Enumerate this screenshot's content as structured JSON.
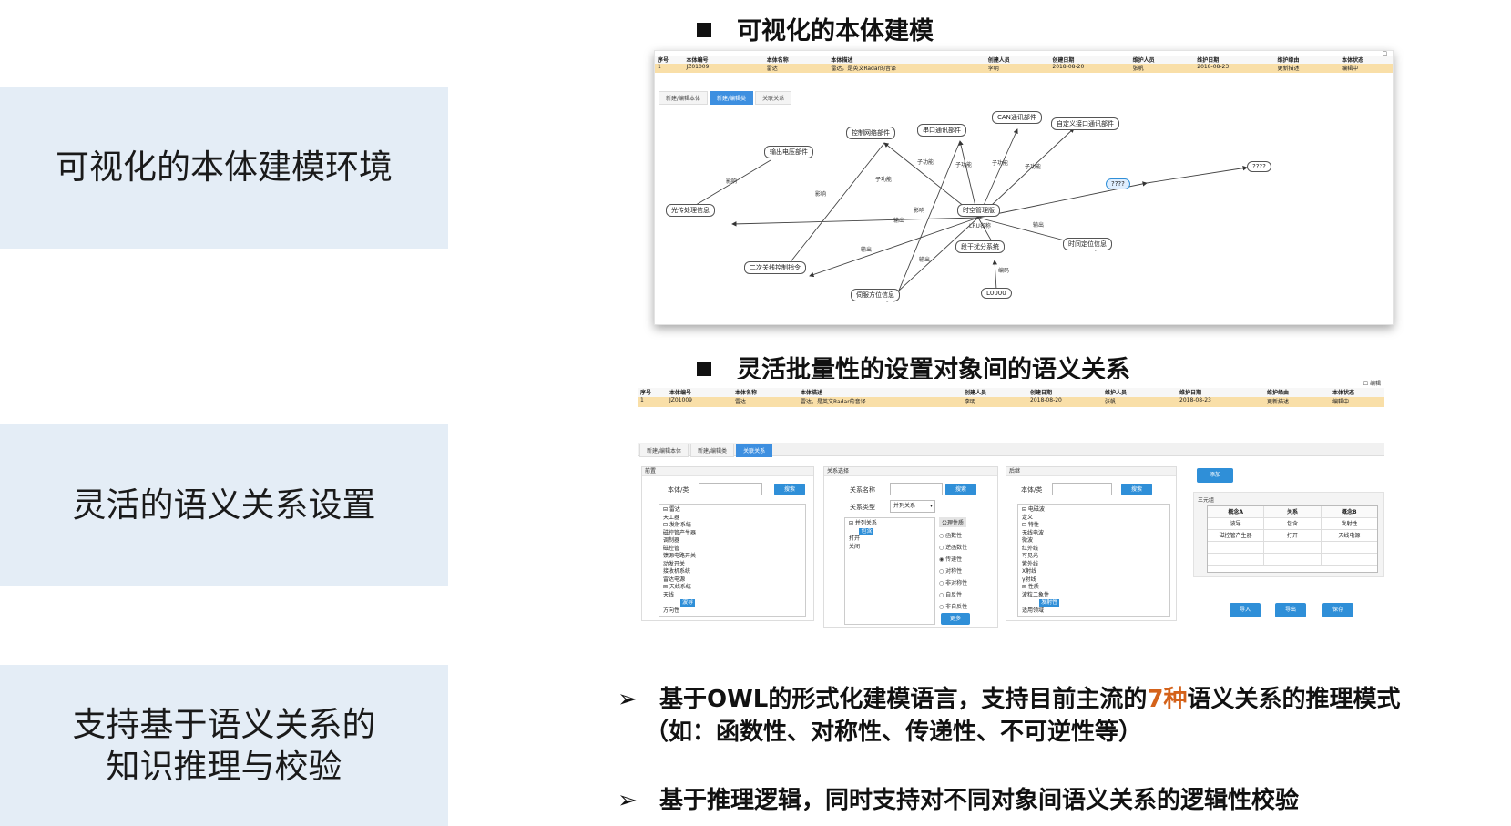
{
  "left_boxes": [
    {
      "line1": "可视化的本体建模环境",
      "line2": ""
    },
    {
      "line1": "灵活的语义关系设置",
      "line2": ""
    },
    {
      "line1": "支持基于语义关系的",
      "line2": "知识推理与校验"
    }
  ],
  "headings": {
    "h1": "可视化的本体建模",
    "h2": "灵活批量性的设置对象间的语义关系"
  },
  "bullets": {
    "arrow": "➢",
    "b1_pre": "基于OWL的形式化建模语言，支持目前主流的",
    "b1_hl": "7种",
    "b1_post": "语义关系的推理模式",
    "b1_line2": "（如：函数性、对称性、传递性、不可逆性等）",
    "b2": "基于推理逻辑，同时支持对不同对象间语义关系的逻辑性校验",
    "highlight_color": "#d4621a"
  },
  "table": {
    "headers": [
      "序号",
      "本体编号",
      "本体名称",
      "本体描述",
      "创建人员",
      "创建日期",
      "维护人员",
      "维护日期",
      "维护缘由",
      "本体状态"
    ],
    "row": [
      "1",
      "JZ01009",
      "雷达",
      "雷达，是英文Radar的音译",
      "李明",
      "2018-08-20",
      "张帆",
      "2018-08-23",
      "更新描述",
      "编辑中"
    ],
    "edit_label": "编辑"
  },
  "shot1": {
    "tabs": [
      "新建/编辑本体",
      "新建/编辑类",
      "关联关系"
    ],
    "active_tab": 1,
    "nodes": {
      "n_kz": "控制网络部件",
      "n_ck": "串口通讯部件",
      "n_can": "CAN通讯部件",
      "n_zdy": "自定义接口通讯部件",
      "n_sc": "输出电压部件",
      "n_gc": "光传处理信息",
      "n_sk": "时空管理版",
      "n_q": "????",
      "n_qsel": "????",
      "n_gr": "段干扰分系统",
      "n_sj": "时间定位信息",
      "n_ec": "二次关线控制指令",
      "n_zf": "伺服方位信息",
      "n_l": "L0000"
    },
    "edge_labels": {
      "e1": "子功能",
      "e2": "子功能",
      "e3": "子功能",
      "e4": "子功能",
      "e5": "子功能",
      "e6": "影响",
      "e7": "影响",
      "e8": "影响",
      "e9": "输出",
      "e10": "输出",
      "e11": "输出",
      "e12": "输出",
      "e13": "LRU名称",
      "e14": "编码"
    }
  },
  "shot2": {
    "tabs": [
      "新建/编辑本体",
      "新建/编辑类",
      "关联关系"
    ],
    "active_tab": 2,
    "p1": {
      "title": "前置",
      "label": "本体/类",
      "search": "搜索",
      "tree": [
        "⊟ 雷达",
        "      天工器",
        "    ⊟ 发射系统",
        "          磁控管产生器",
        "          调制器",
        "          磁控管",
        "          馈源电路开关",
        "      动发开关",
        "      接收机系统",
        "      雷达电源",
        "    ⊟ 天线系统",
        "          天线"
      ],
      "tree_sel": "波导",
      "tree_last": "      方向性"
    },
    "p2": {
      "title": "关系选择",
      "name_label": "关系名称",
      "search": "搜索",
      "type_label": "关系类型",
      "type_value": "并列关系",
      "tree1": "⊟ 并列关系",
      "tree_sel": "包含",
      "tree_rest": [
        "      打开",
        "      关闭"
      ],
      "prop_title": "公理性质",
      "props": [
        "函数性",
        "逆函数性",
        "传递性",
        "对称性",
        "非对称性",
        "自反性",
        "非自反性"
      ],
      "checked": 2,
      "more": "更多"
    },
    "p3": {
      "title": "后继",
      "label": "本体/类",
      "search": "搜索",
      "tree": [
        "⊟ 电磁波",
        "      定义",
        "    ⊟ 特性",
        "          无线电波",
        "          微波",
        "          红外线",
        "          可见光",
        "          紫外线",
        "          X射线",
        "          γ射线",
        "    ⊟ 性质",
        "          波粒二象性"
      ],
      "tree_sel": "发射性",
      "tree_last": "      适用领域"
    },
    "p4": {
      "add": "添加",
      "title": "三元组",
      "headers": [
        "概念A",
        "关系",
        "概念B"
      ],
      "rows": [
        [
          "波导",
          "包含",
          "发射性"
        ],
        [
          "磁控管产生器",
          "打开",
          "天线电源"
        ]
      ],
      "buttons": [
        "导入",
        "导出",
        "保存"
      ]
    }
  },
  "colors": {
    "box_bg": "#e4edf6",
    "accent": "#2f8fd8",
    "table_row": "#f9dfa8"
  }
}
